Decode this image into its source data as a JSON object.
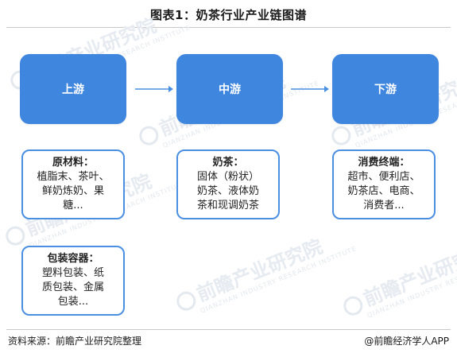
{
  "title": "图表1：奶茶行业产业链图谱",
  "colors": {
    "stage_fill": "#3f86df",
    "detail_border": "#4a8fe2",
    "arrow": "#4a8fe2"
  },
  "watermark": {
    "text": "前瞻产业研究院",
    "subtext": "QIANZHAN INDUSTRY RESEARCH INSTITUTE"
  },
  "stages": [
    {
      "label": "上游"
    },
    {
      "label": "中游"
    },
    {
      "label": "下游"
    }
  ],
  "details": {
    "raw_materials": {
      "title": "原材料：",
      "lines": [
        "植脂末、茶叶、",
        "鲜奶炼奶、果",
        "糖..."
      ]
    },
    "milk_tea": {
      "title": "奶茶：",
      "lines": [
        "固体（粉状）",
        "奶茶、液体奶",
        "茶和现调奶茶"
      ]
    },
    "consumer_end": {
      "title": "消费终端：",
      "lines": [
        "超市、便利店、",
        "奶茶店、电商、",
        "消费者..."
      ]
    },
    "packaging": {
      "title": "包装容器：",
      "lines": [
        "塑料包装、纸",
        "质包装、金属",
        "包装..."
      ]
    }
  },
  "footer": {
    "source": "资料来源：前瞻产业研究院整理",
    "brand": "@前瞻经济学人APP"
  }
}
